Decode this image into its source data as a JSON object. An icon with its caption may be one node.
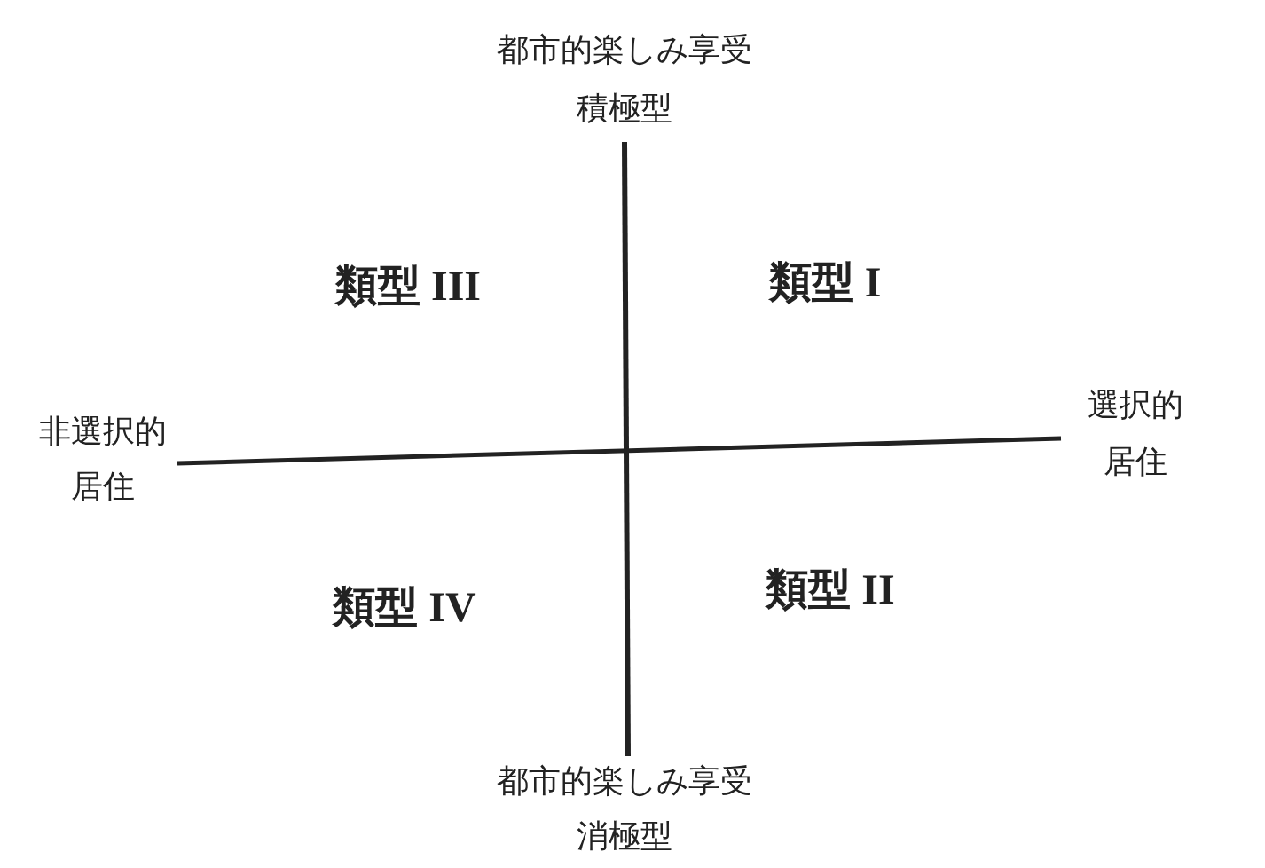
{
  "diagram": {
    "labels": [
      "都市的楽しみ享受",
      "積極型",
      "類型 III",
      "類型 I",
      "非選択的",
      "居住",
      "選択的",
      "居住",
      "類型 IV",
      "類型 II",
      "都市的楽しみ享受",
      "消極型"
    ]
  }
}
